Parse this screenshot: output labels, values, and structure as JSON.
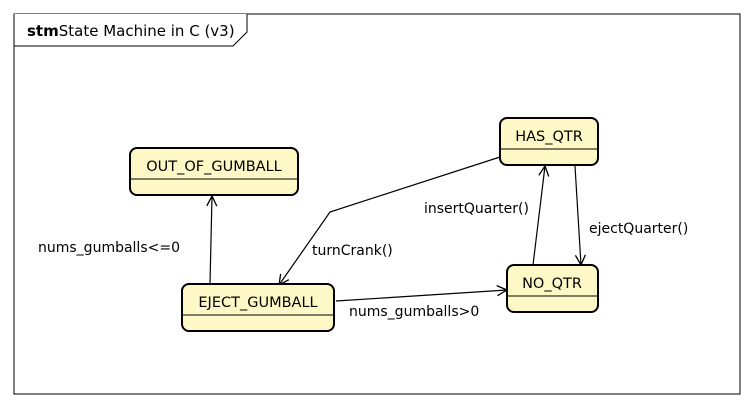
{
  "frame": {
    "keyword": "stm",
    "name": "State Machine in C (v3)"
  },
  "colors": {
    "state_fill": "#FDF8C6",
    "state_stroke": "#000000",
    "line": "#000000",
    "frame_stroke": "#000000"
  },
  "states": {
    "out_of_gumball": "OUT_OF_GUMBALL",
    "has_qtr": "HAS_QTR",
    "eject_gumball": "EJECT_GUMBALL",
    "no_qtr": "NO_QTR"
  },
  "transitions": {
    "nums_gumballs_le_0": "nums_gumballs<=0",
    "turn_crank": "turnCrank()",
    "insert_quarter": "insertQuarter()",
    "eject_quarter": "ejectQuarter()",
    "nums_gumballs_gt_0": "nums_gumballs>0"
  }
}
